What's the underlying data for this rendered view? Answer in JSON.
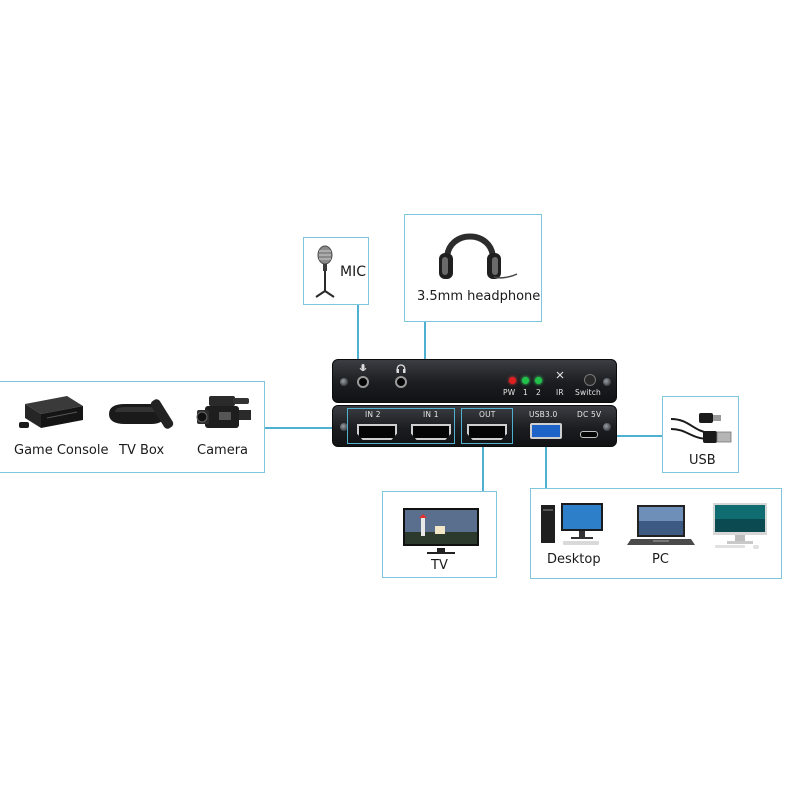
{
  "labels": {
    "mic": "MIC",
    "headphone": "3.5mm headphone",
    "game_console": "Game Console",
    "tv_box": "TV Box",
    "camera": "Camera",
    "usb": "USB",
    "tv": "TV",
    "desktop": "Desktop",
    "pc": "PC"
  },
  "device": {
    "front": {
      "pw": "PW",
      "led1": "1",
      "led2": "2",
      "ir": "IR",
      "switch": "Switch"
    },
    "back": {
      "in2": "IN 2",
      "in1": "IN 1",
      "out": "OUT",
      "usb3": "USB3.0",
      "dc5v": "DC 5V"
    }
  },
  "colors": {
    "frame": "#7fc6dc",
    "connector_line": "#4fb0cf",
    "led_red": "#e02020",
    "led_green": "#22c24a",
    "usb3_port": "#1e63c8"
  },
  "icons": [
    "microphone-icon",
    "headphone-icon",
    "game-console-icon",
    "tv-box-icon",
    "camera-icon",
    "usb-cable-icon",
    "tv-icon",
    "desktop-icon",
    "laptop-icon",
    "all-in-one-pc-icon"
  ]
}
